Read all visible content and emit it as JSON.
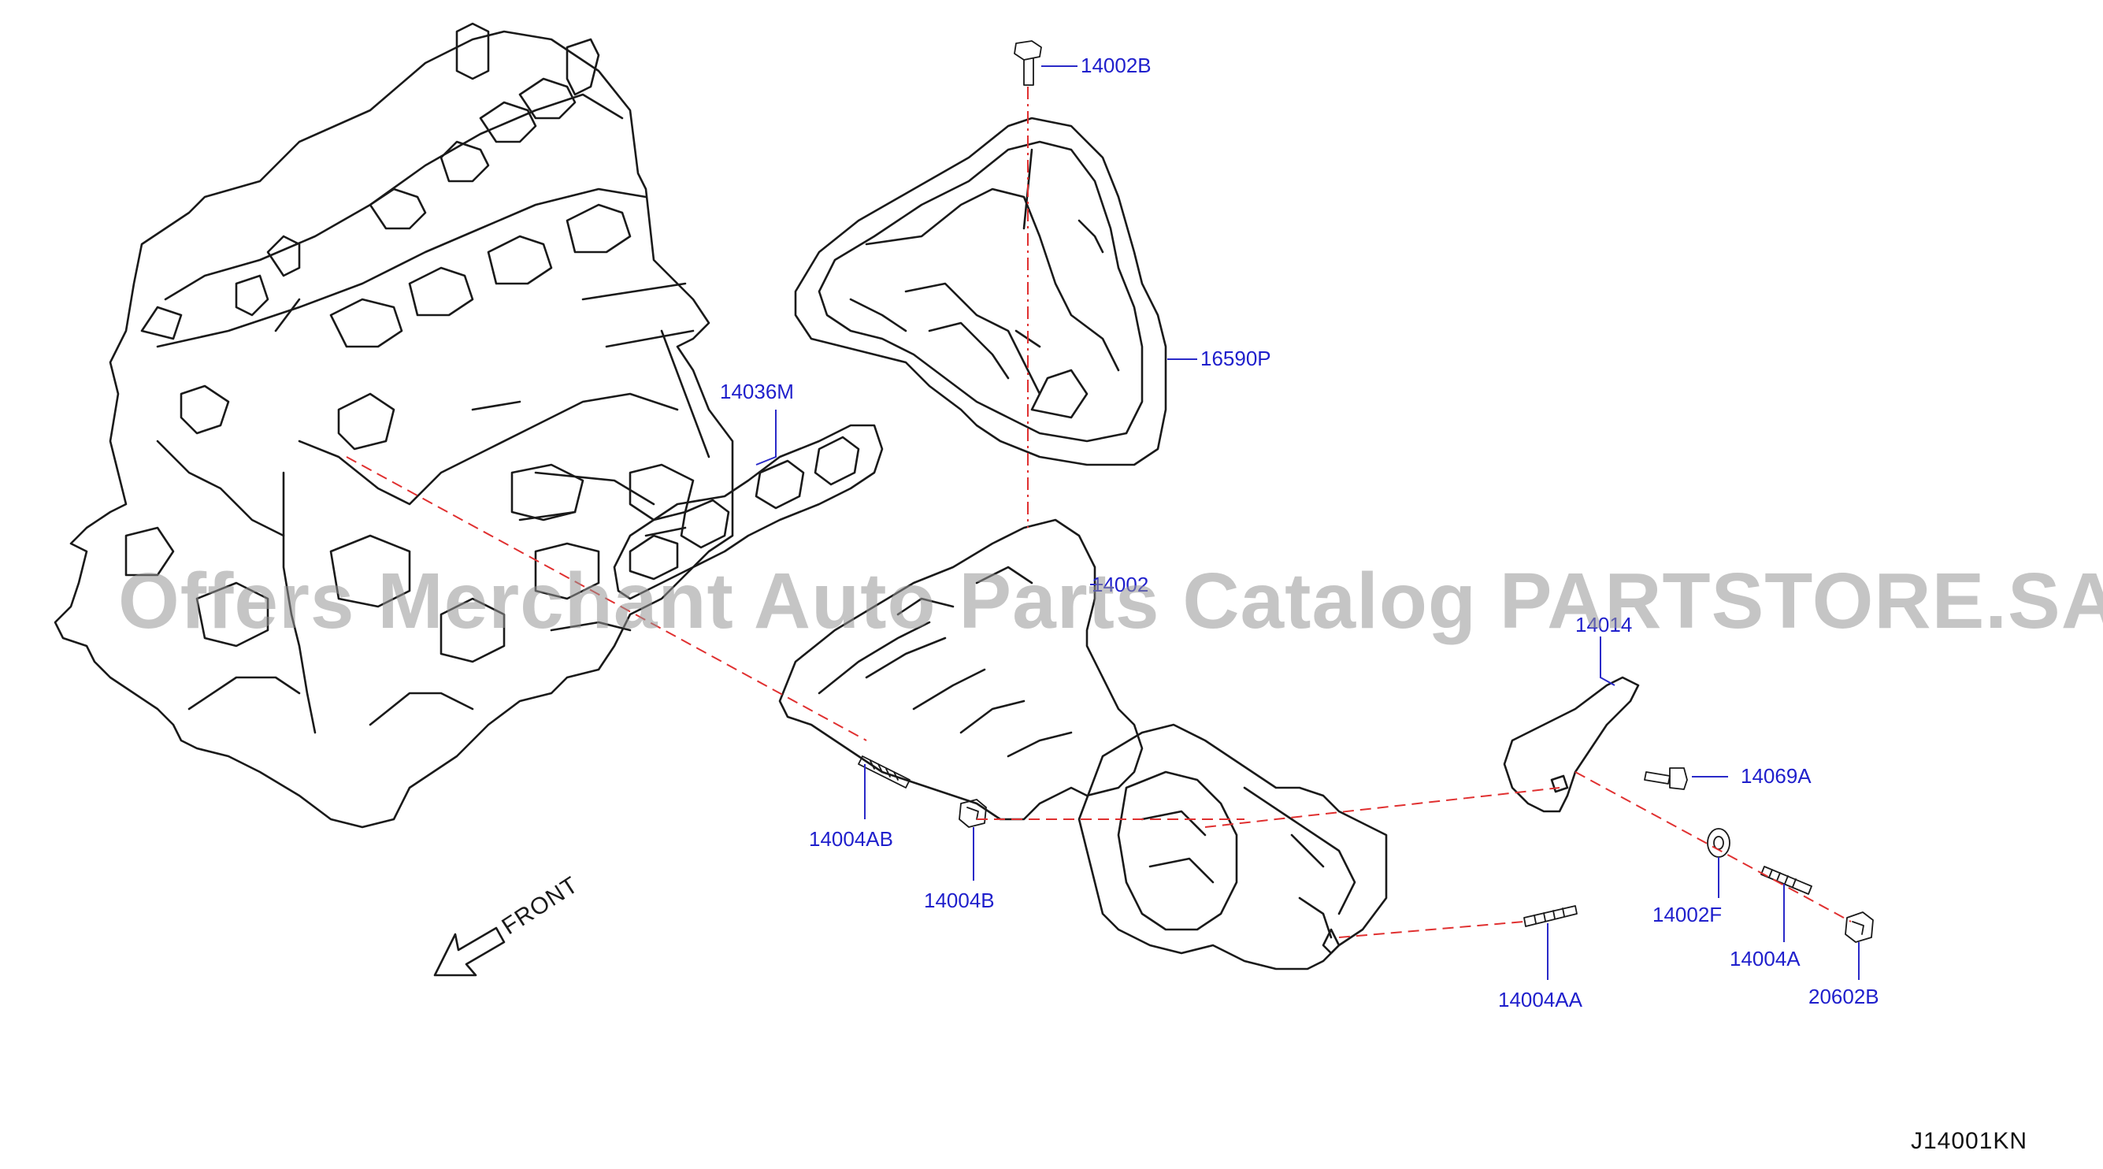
{
  "callouts": [
    {
      "id": "c1",
      "text": "14002B"
    },
    {
      "id": "c2",
      "text": "16590P"
    },
    {
      "id": "c3",
      "text": "14036M"
    },
    {
      "id": "c4",
      "text": "14002"
    },
    {
      "id": "c5",
      "text": "14014"
    },
    {
      "id": "c6",
      "text": "14069A"
    },
    {
      "id": "c7",
      "text": "14004AB"
    },
    {
      "id": "c8",
      "text": "14004B"
    },
    {
      "id": "c9",
      "text": "14002F"
    },
    {
      "id": "c10",
      "text": "14004A"
    },
    {
      "id": "c11",
      "text": "20602B"
    },
    {
      "id": "c12",
      "text": "14004AA"
    }
  ],
  "front_label": "FRONT",
  "diagram_code": "J14001KN",
  "watermark": "Offers Merchant Auto Parts Catalog PARTSTORE.SA",
  "colors": {
    "callout_text": "#1f1fcc",
    "centerline": "#e03030",
    "line_art": "#1a1a1a",
    "watermark": "#969696"
  }
}
